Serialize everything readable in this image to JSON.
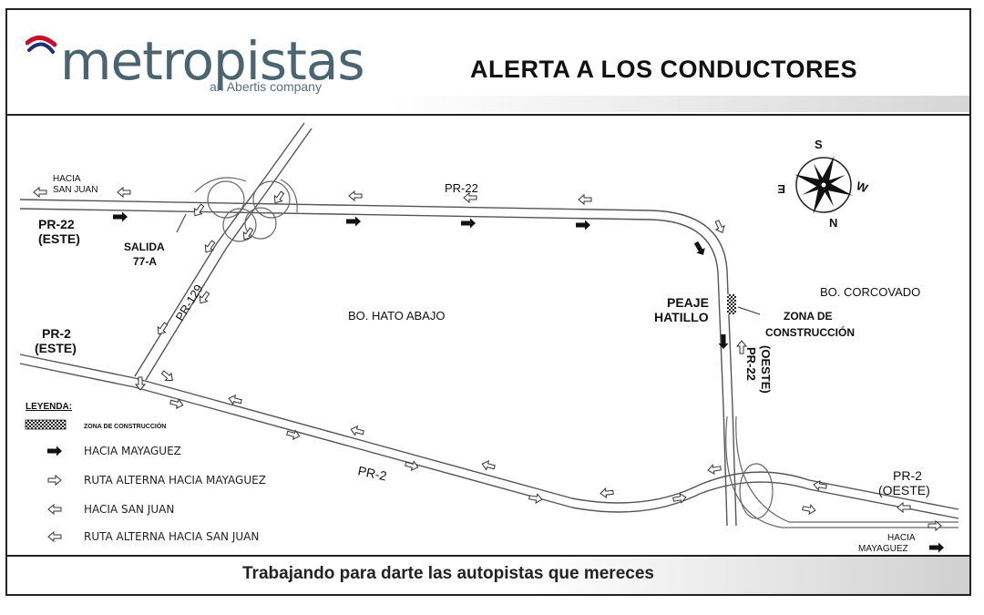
{
  "header": {
    "logo_text": "metropistas",
    "logo_subtext": "an Abertis company",
    "title": "ALERTA A LOS CONDUCTORES"
  },
  "map": {
    "labels": {
      "hacia_san_juan_l1": "HACIA",
      "hacia_san_juan_l2": "SAN JUAN",
      "pr22_top": "PR-22",
      "pr22_este_l1": "PR-22",
      "pr22_este_l2": "(ESTE)",
      "salida_l1": "SALIDA",
      "salida_l2": "77-A",
      "pr129": "PR-129",
      "pr2_este_l1": "PR-2",
      "pr2_este_l2": "(ESTE)",
      "bo_hato_abajo": "BO. HATO ABAJO",
      "peaje_l1": "PEAJE",
      "peaje_l2": "HATILLO",
      "zona_l1": "ZONA DE",
      "zona_l2": "CONSTRUCCIÓN",
      "bo_corcovado": "BO. CORCOVADO",
      "pr22_oeste_l1": "PR-22",
      "pr22_oeste_l2": "(OESTE)",
      "pr2_bottom": "PR-2",
      "pr2_oeste_l1": "PR-2",
      "pr2_oeste_l2": "(OESTE)",
      "hacia_mayaguez_l1": "HACIA",
      "hacia_mayaguez_l2": "MAYAGUEZ"
    },
    "compass": {
      "n": "N",
      "s": "S",
      "e": "E",
      "w": "W"
    }
  },
  "legend": {
    "title": "LEYENDA:",
    "zona": "ZONA DE CONSTRUCCIÓN",
    "items": [
      {
        "label": "HACIA MAYAGUEZ",
        "icon": "black-arrow-right"
      },
      {
        "label": "RUTA ALTERNA HACIA MAYAGUEZ",
        "icon": "outline-arrow-right"
      },
      {
        "label": "HACIA SAN JUAN",
        "icon": "outline-arrow-left"
      },
      {
        "label": "RUTA ALTERNA HACIA SAN JUAN",
        "icon": "outline-arrow-left"
      }
    ]
  },
  "footer": {
    "text": "Trabajando para darte las autopistas que mereces"
  },
  "colors": {
    "logo_text": "#4a6470",
    "logo_red": "#c8102e",
    "logo_navy": "#1d2f6f",
    "road": "#555555",
    "arrow_fill": "#111111"
  }
}
